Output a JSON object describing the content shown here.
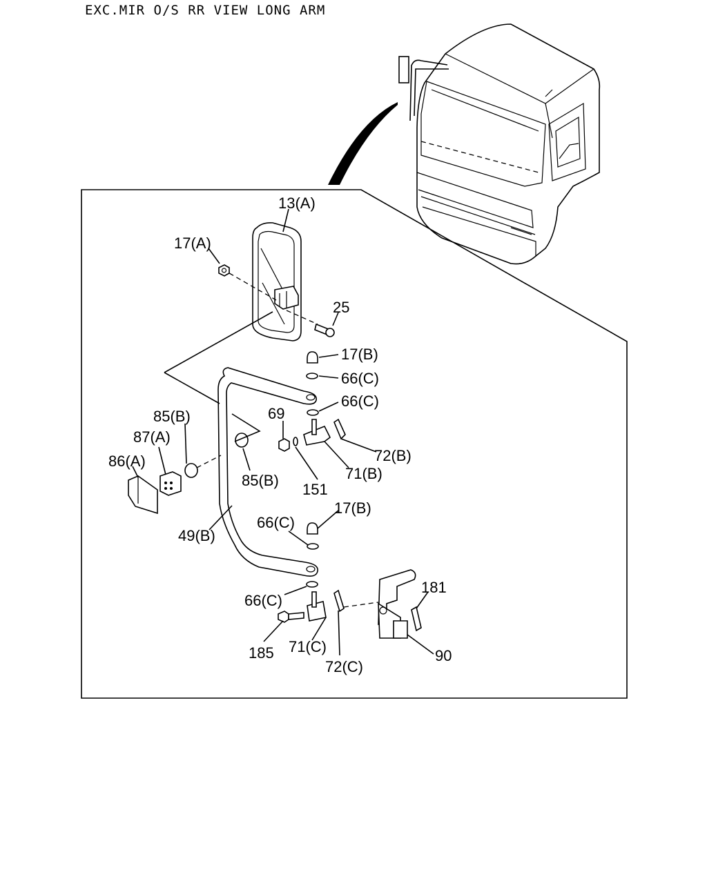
{
  "title": "EXC.MIR O/S RR VIEW LONG ARM",
  "callouts": {
    "c13a": "13(A)",
    "c17a": "17(A)",
    "c25": "25",
    "c17b_1": "17(B)",
    "c66c_1": "66(C)",
    "c66c_2": "66(C)",
    "c85b_1": "85(B)",
    "c87a": "87(A)",
    "c86a": "86(A)",
    "c69": "69",
    "c72b": "72(B)",
    "c71b": "71(B)",
    "c85b_2": "85(B)",
    "c151": "151",
    "c17b_2": "17(B)",
    "c66c_3": "66(C)",
    "c49b": "49(B)",
    "c66c_4": "66(C)",
    "c181": "181",
    "c185": "185",
    "c71c": "71(C)",
    "c72c": "72(C)",
    "c90": "90"
  }
}
